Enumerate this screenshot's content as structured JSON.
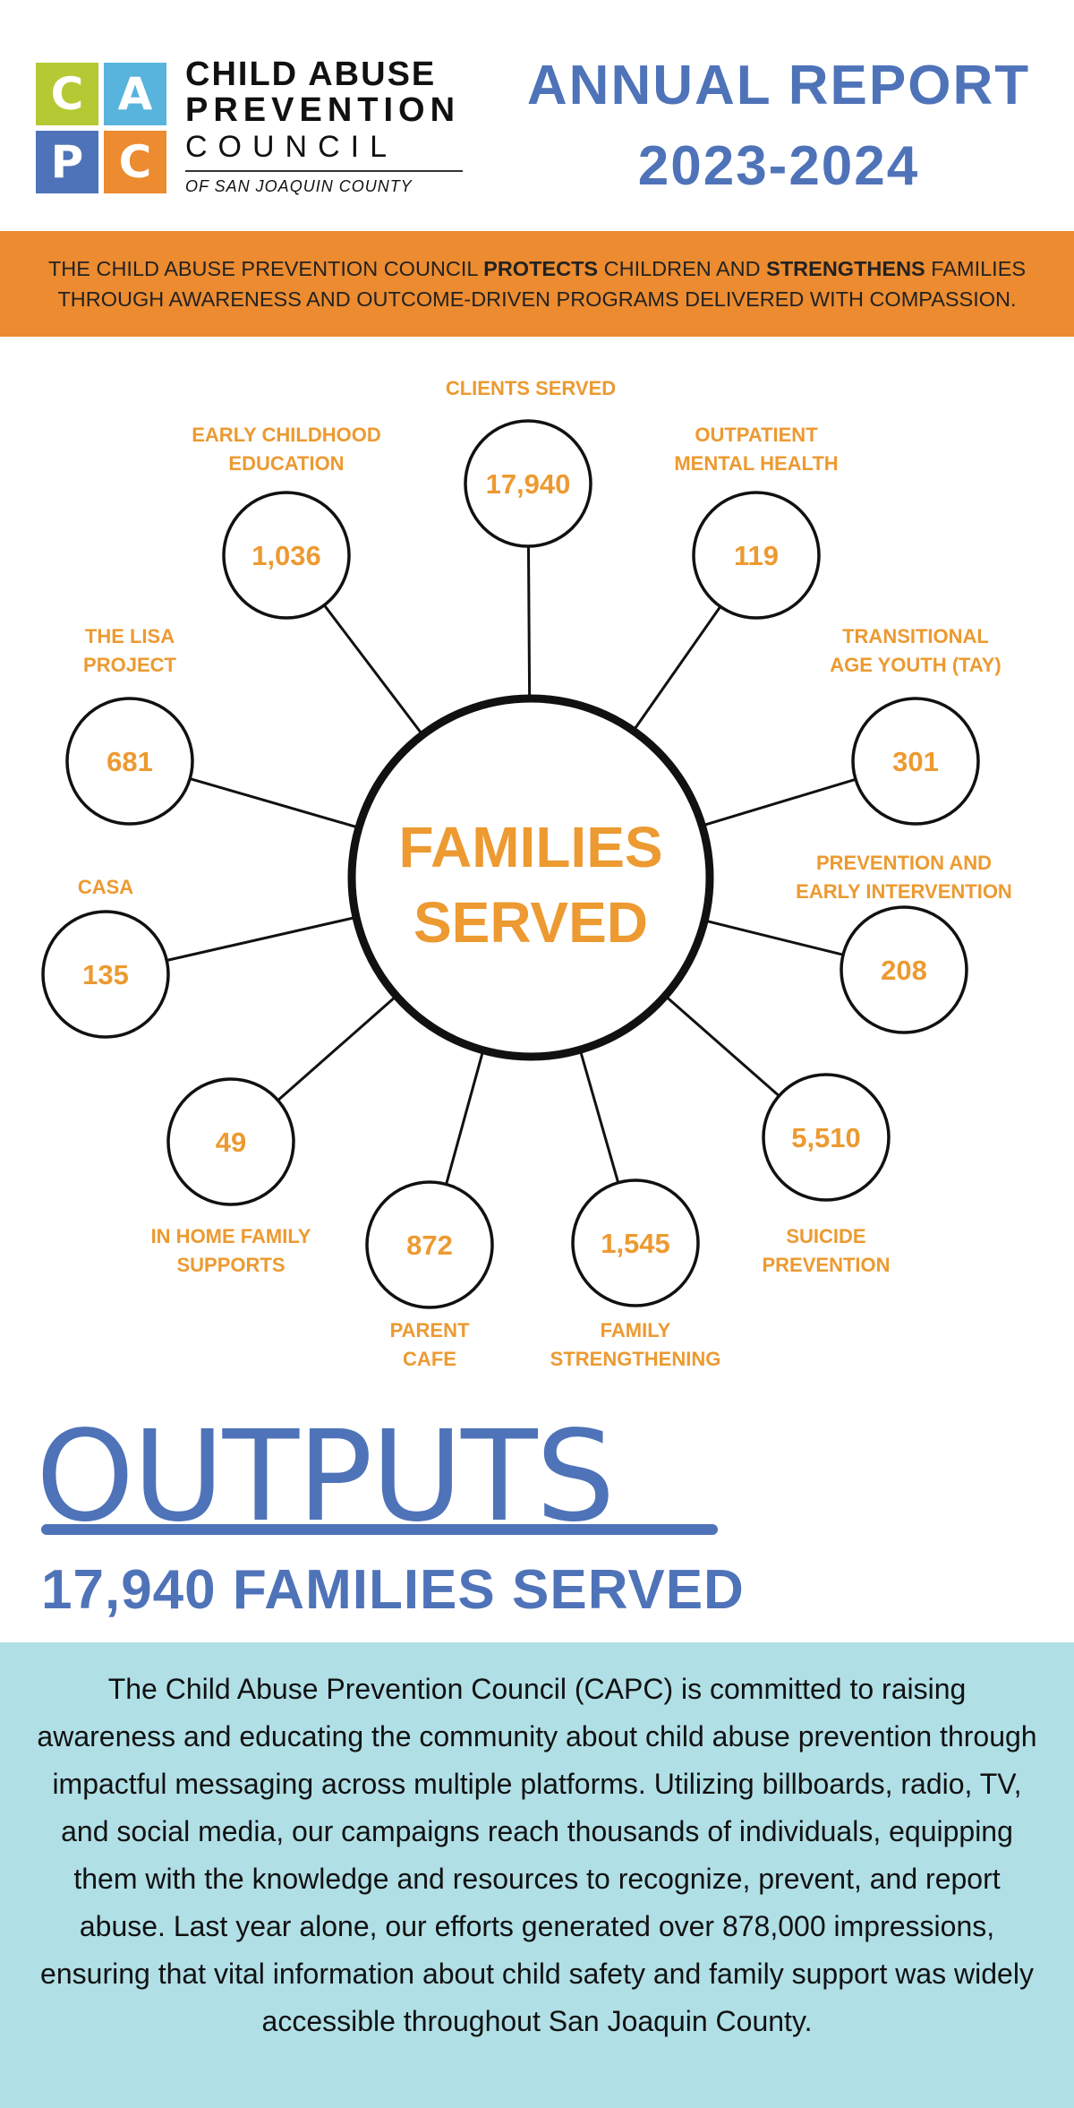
{
  "logo": {
    "letters": [
      "C",
      "A",
      "P",
      "C"
    ],
    "colors": [
      "#b4c934",
      "#58b4dd",
      "#4f73b8",
      "#ec8b2f"
    ],
    "org_lines": [
      "CHILD ABUSE",
      "PREVENTION",
      "COUNCIL",
      "OF SAN JOAQUIN COUNTY"
    ]
  },
  "report": {
    "title": "ANNUAL REPORT",
    "years": "2023-2024"
  },
  "mission": {
    "line1_a": "THE CHILD ABUSE PREVENTION COUNCIL ",
    "line1_b": "PROTECTS",
    "line1_c": " CHILDREN AND ",
    "line1_d": "STRENGTHENS",
    "line1_e": " FAMILIES",
    "line2": "THROUGH AWARENESS AND OUTCOME-DRIVEN PROGRAMS DELIVERED WITH COMPASSION."
  },
  "hub": {
    "line1": "FAMILIES",
    "line2": "SERVED"
  },
  "colors": {
    "accent_orange": "#ec9a31",
    "brand_blue": "#4f73b8",
    "panel_teal": "#b0dfe6",
    "banner_orange": "#ec8b2f"
  },
  "programs": [
    {
      "value": "17,940",
      "label": [
        "CLIENTS SERVED"
      ]
    },
    {
      "value": "1,036",
      "label": [
        "EARLY CHILDHOOD",
        "EDUCATION"
      ]
    },
    {
      "value": "119",
      "label": [
        "OUTPATIENT",
        "MENTAL HEALTH"
      ]
    },
    {
      "value": "681",
      "label": [
        "THE LISA",
        "PROJECT"
      ]
    },
    {
      "value": "301",
      "label": [
        "TRANSITIONAL",
        "AGE YOUTH (TAY)"
      ]
    },
    {
      "value": "135",
      "label": [
        "CASA"
      ]
    },
    {
      "value": "208",
      "label": [
        "PREVENTION AND",
        "EARLY INTERVENTION"
      ]
    },
    {
      "value": "49",
      "label": [
        "IN HOME FAMILY",
        "SUPPORTS"
      ]
    },
    {
      "value": "5,510",
      "label": [
        "SUICIDE",
        "PREVENTION"
      ]
    },
    {
      "value": "872",
      "label": [
        "PARENT",
        "CAFE"
      ]
    },
    {
      "value": "1,545",
      "label": [
        "FAMILY",
        "STRENGTHENING"
      ]
    }
  ],
  "outputs": {
    "heading": "OUTPUTS",
    "subheading": "17,940 FAMILIES SERVED"
  },
  "body": {
    "paragraph": "The Child Abuse Prevention Council (CAPC) is committed to raising awareness and educating the community about child abuse prevention through impactful messaging across multiple platforms. Utilizing billboards, radio, TV, and social media, our campaigns reach thousands of individuals, equipping them with the knowledge and resources to recognize, prevent, and report abuse. Last year alone, our efforts generated over 878,000 impressions, ensuring that vital information about child safety and family support was widely accessible throughout San Joaquin County."
  }
}
